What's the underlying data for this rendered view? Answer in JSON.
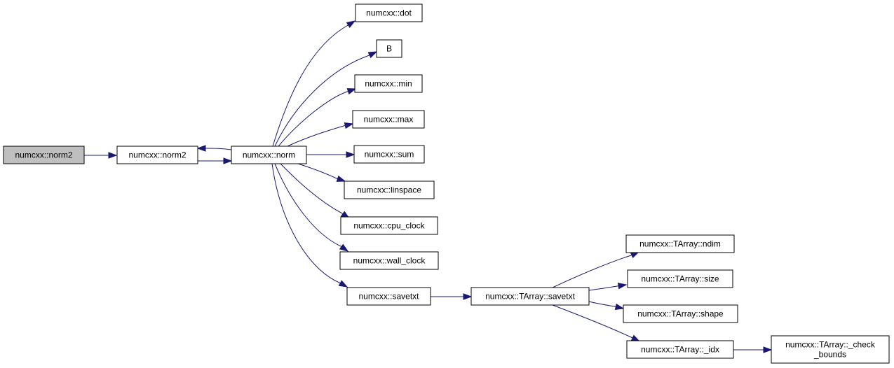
{
  "graph": {
    "nodes": {
      "norm2_caller": {
        "label": "numcxx::norm2",
        "root": true
      },
      "norm2": {
        "label": "numcxx::norm2"
      },
      "norm": {
        "label": "numcxx::norm"
      },
      "dot": {
        "label": "numcxx::dot"
      },
      "B": {
        "label": "B"
      },
      "min": {
        "label": "numcxx::min"
      },
      "max": {
        "label": "numcxx::max"
      },
      "sum": {
        "label": "numcxx::sum"
      },
      "linspace": {
        "label": "numcxx::linspace"
      },
      "cpu_clock": {
        "label": "numcxx::cpu_clock"
      },
      "wall_clock": {
        "label": "numcxx::wall_clock"
      },
      "savetxt": {
        "label": "numcxx::savetxt"
      },
      "tarray_savetxt": {
        "label": "numcxx::TArray::savetxt"
      },
      "tarray_ndim": {
        "label": "numcxx::TArray::ndim"
      },
      "tarray_size": {
        "label": "numcxx::TArray::size"
      },
      "tarray_shape": {
        "label": "numcxx::TArray::shape"
      },
      "tarray_idx": {
        "label": "numcxx::TArray::_idx"
      },
      "tarray_check_bounds": {
        "label": [
          "numcxx::TArray::_check",
          "_bounds"
        ]
      }
    },
    "edges": [
      [
        "norm2_caller",
        "norm2"
      ],
      [
        "norm2",
        "norm"
      ],
      [
        "norm",
        "norm2"
      ],
      [
        "norm",
        "dot"
      ],
      [
        "norm",
        "B"
      ],
      [
        "norm",
        "min"
      ],
      [
        "norm",
        "max"
      ],
      [
        "norm",
        "sum"
      ],
      [
        "norm",
        "linspace"
      ],
      [
        "norm",
        "cpu_clock"
      ],
      [
        "norm",
        "wall_clock"
      ],
      [
        "norm",
        "savetxt"
      ],
      [
        "savetxt",
        "tarray_savetxt"
      ],
      [
        "tarray_savetxt",
        "tarray_ndim"
      ],
      [
        "tarray_savetxt",
        "tarray_size"
      ],
      [
        "tarray_savetxt",
        "tarray_shape"
      ],
      [
        "tarray_savetxt",
        "tarray_idx"
      ],
      [
        "tarray_idx",
        "tarray_check_bounds"
      ]
    ],
    "colors": {
      "edge": "#191970",
      "root_fill": "#bfbfbf",
      "node_fill": "#ffffff"
    }
  }
}
